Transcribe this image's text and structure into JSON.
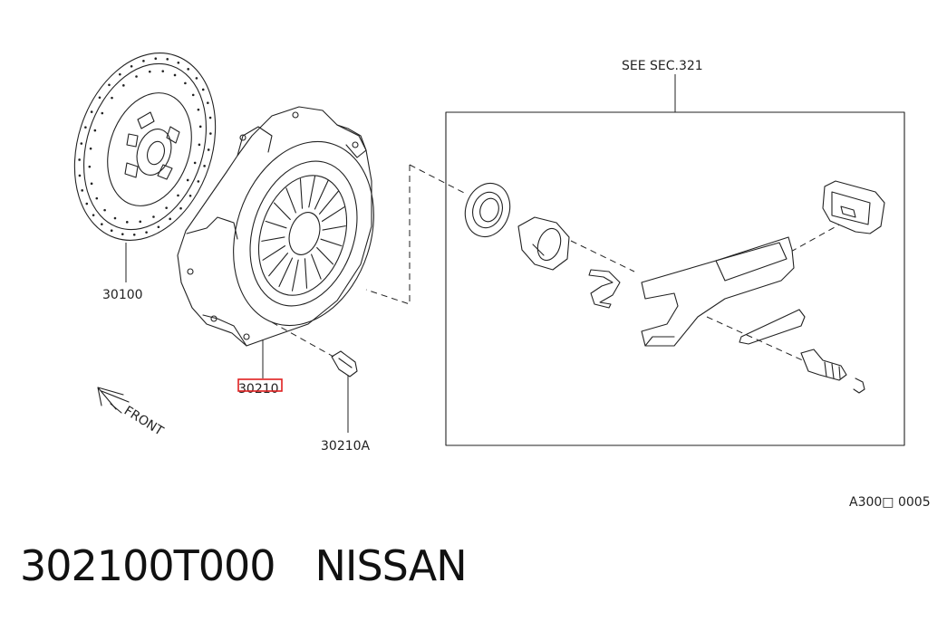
{
  "diagram": {
    "callouts": {
      "see_sec": "SEE SEC.321",
      "disc": "30100",
      "cover": "30210",
      "bolt": "30210A",
      "code": "A300□ 0005",
      "front": "FRONT"
    },
    "highlight_color": "#e02020"
  },
  "footer": {
    "part_number": "302100T000",
    "brand": "NISSAN"
  }
}
